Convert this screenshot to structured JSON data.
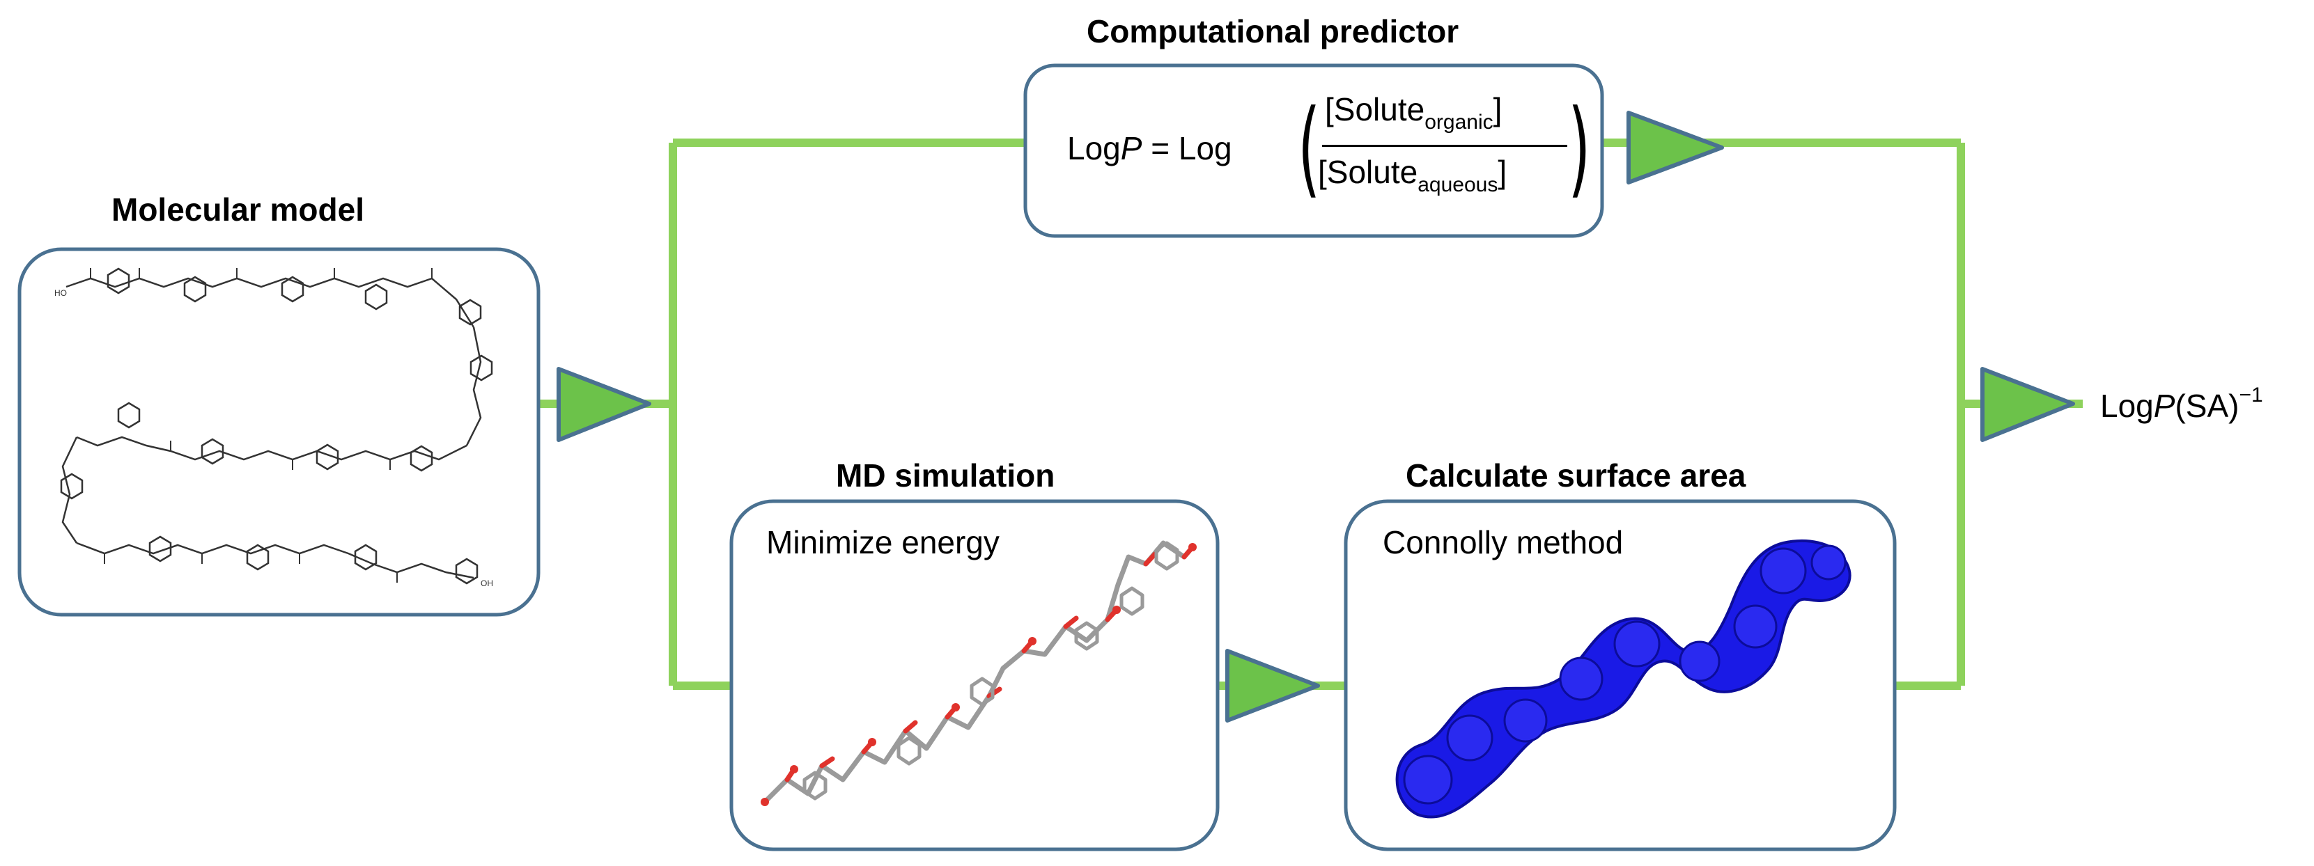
{
  "titles": {
    "computational_predictor": "Computational predictor",
    "molecular_model": "Molecular model",
    "md_simulation": "MD simulation",
    "surface_area": "Calculate surface area"
  },
  "box_labels": {
    "minimize_energy": "Minimize energy",
    "connolly": "Connolly method"
  },
  "formula": {
    "lhs_log": "Log",
    "lhs_var": "P",
    "equals_log": " = Log",
    "num_open": "[Solute",
    "num_sub": "organic",
    "num_close": "]",
    "den_open": "[Solute",
    "den_sub": "aqueous",
    "den_close": "]"
  },
  "output": {
    "log": "Log",
    "var": "P",
    "rest": "(SA)",
    "exp": "−1"
  },
  "colors": {
    "connector": "#8ed25c",
    "box_border": "#4a7191",
    "arrow_fill": "#6cc24a",
    "arrow_stroke": "#4a7191",
    "surface_blue": "#1a1ae6",
    "atom_gray": "#9a9a9a",
    "atom_red": "#e0322c"
  }
}
